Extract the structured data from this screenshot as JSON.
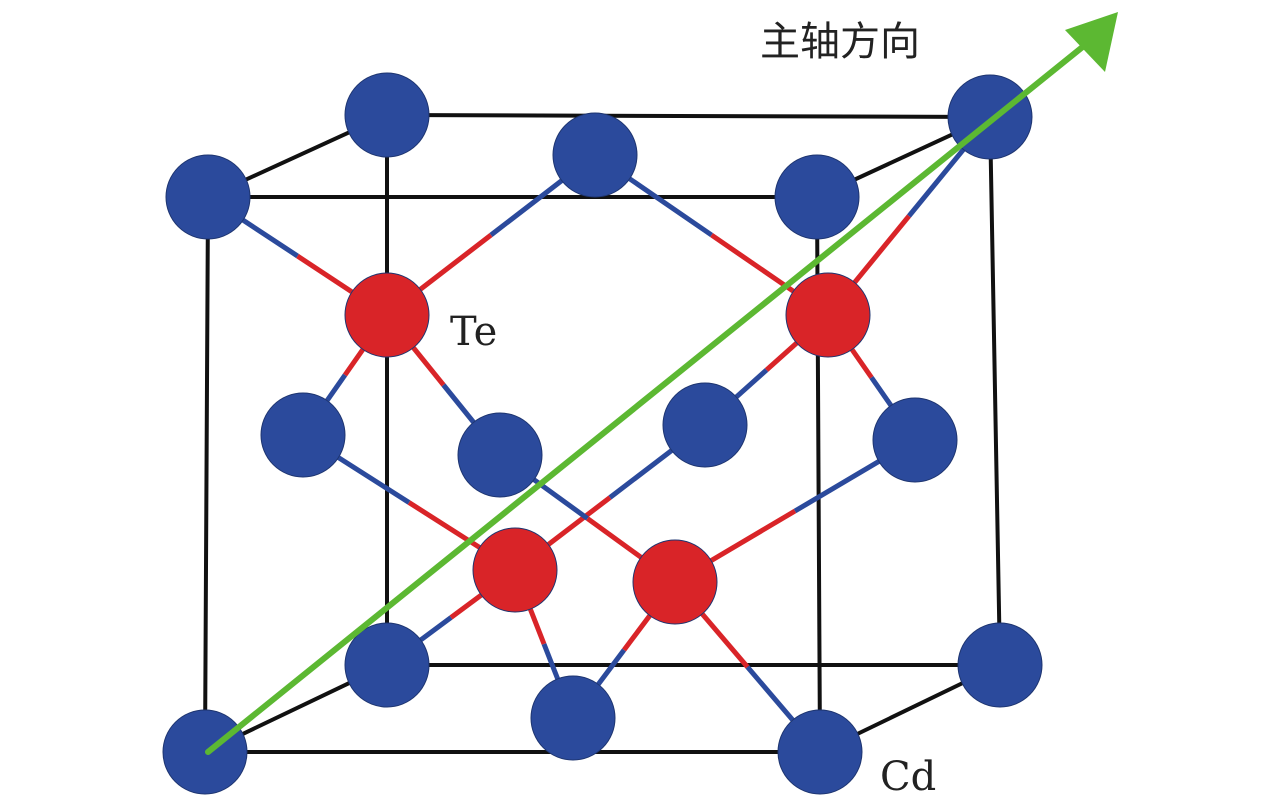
{
  "labels": {
    "axis": "主轴方向",
    "te": "Te",
    "cd": "Cd"
  },
  "colors": {
    "cd": "#2b4a9c",
    "te": "#d92428",
    "frame": "#111111",
    "arrow": "#5cb832"
  }
}
